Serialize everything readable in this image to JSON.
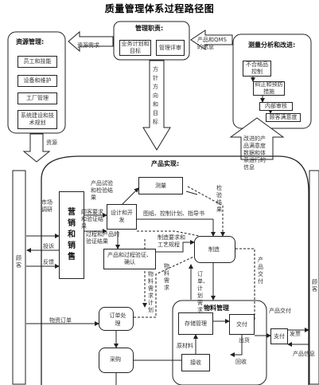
{
  "title": "质量管理体系过程路径图",
  "management_responsibility": {
    "title": "管理职责:",
    "box1": "业务计划和目标",
    "box2": "管理评审"
  },
  "resource_management": {
    "title": "资源管理:",
    "items": [
      "员工和技能",
      "设备和维护",
      "工厂管理",
      "系统建设和技术规划"
    ]
  },
  "measurement_analysis": {
    "title": "测量分析和改进:",
    "items": [
      "不合格品控制",
      "纠正和预防措施",
      "内部审核",
      "顾客满意度"
    ]
  },
  "labels": {
    "resource_needs": "资源需求",
    "product_qms_info": "产品和QMS的信息",
    "policy_objectives": "方针方向和目标",
    "resources": "资源",
    "improvement_data": "改进的产品满意度数据和体系运行的信息",
    "customer": "顾客",
    "customer_right": "顾客",
    "market_research": "市场调研",
    "complaints": "投诉",
    "feedback": "反馈",
    "product_order": "物资订单",
    "product_realization": "产品实现:",
    "sales": "营销和销售",
    "measure": "测量",
    "design": "设计和开发",
    "process_validation": "产品和过程验证、确认",
    "manufacturing": "制造",
    "order_processing": "订单处理",
    "purchasing": "采购",
    "material_mgmt": "物料管理",
    "storage": "存储管理",
    "delivery": "交付",
    "payment": "支付",
    "receiving": "接收",
    "product_returns": "产品交付",
    "design_results": "产品试验和检验结果",
    "inspection_results": "检验结果",
    "customer_verification": "顾客要求和验证结果",
    "process_specs": "过程和产品的验证结果",
    "drawings": "图纸、控制计划、指导书",
    "product_process": "产品交付",
    "manufacturing_req": "制造要求和工艺规程",
    "material_req": "物料需求",
    "material_plan": "物料需求计划",
    "material_feedback": "订单、计划需求",
    "raw_material": "原材料",
    "issue": "出货",
    "out": "回收",
    "invoice": "发票",
    "customer_fb": "产品信息"
  }
}
